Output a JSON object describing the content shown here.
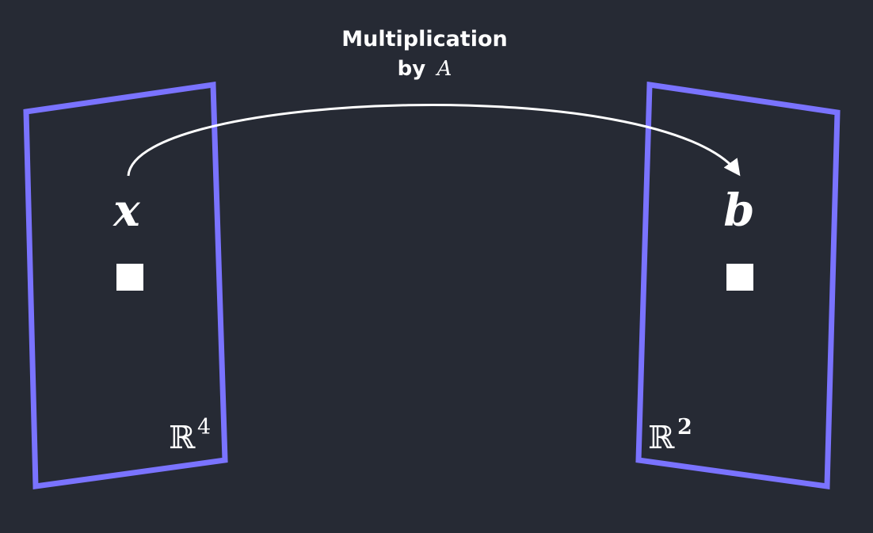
{
  "diagram": {
    "title": {
      "line1": "Multiplication",
      "line2_prefix": "by",
      "line2_symbol": "A"
    },
    "domain": {
      "variable": "x",
      "space_symbol": "ℝ",
      "space_exponent": "4"
    },
    "codomain": {
      "variable": "b",
      "space_symbol": "ℝ",
      "space_exponent": "2"
    },
    "colors": {
      "background": "#262a34",
      "frame": "#7a73ff",
      "arrow": "#ffffff",
      "point": "#ffffff",
      "text": "#ffffff"
    }
  }
}
